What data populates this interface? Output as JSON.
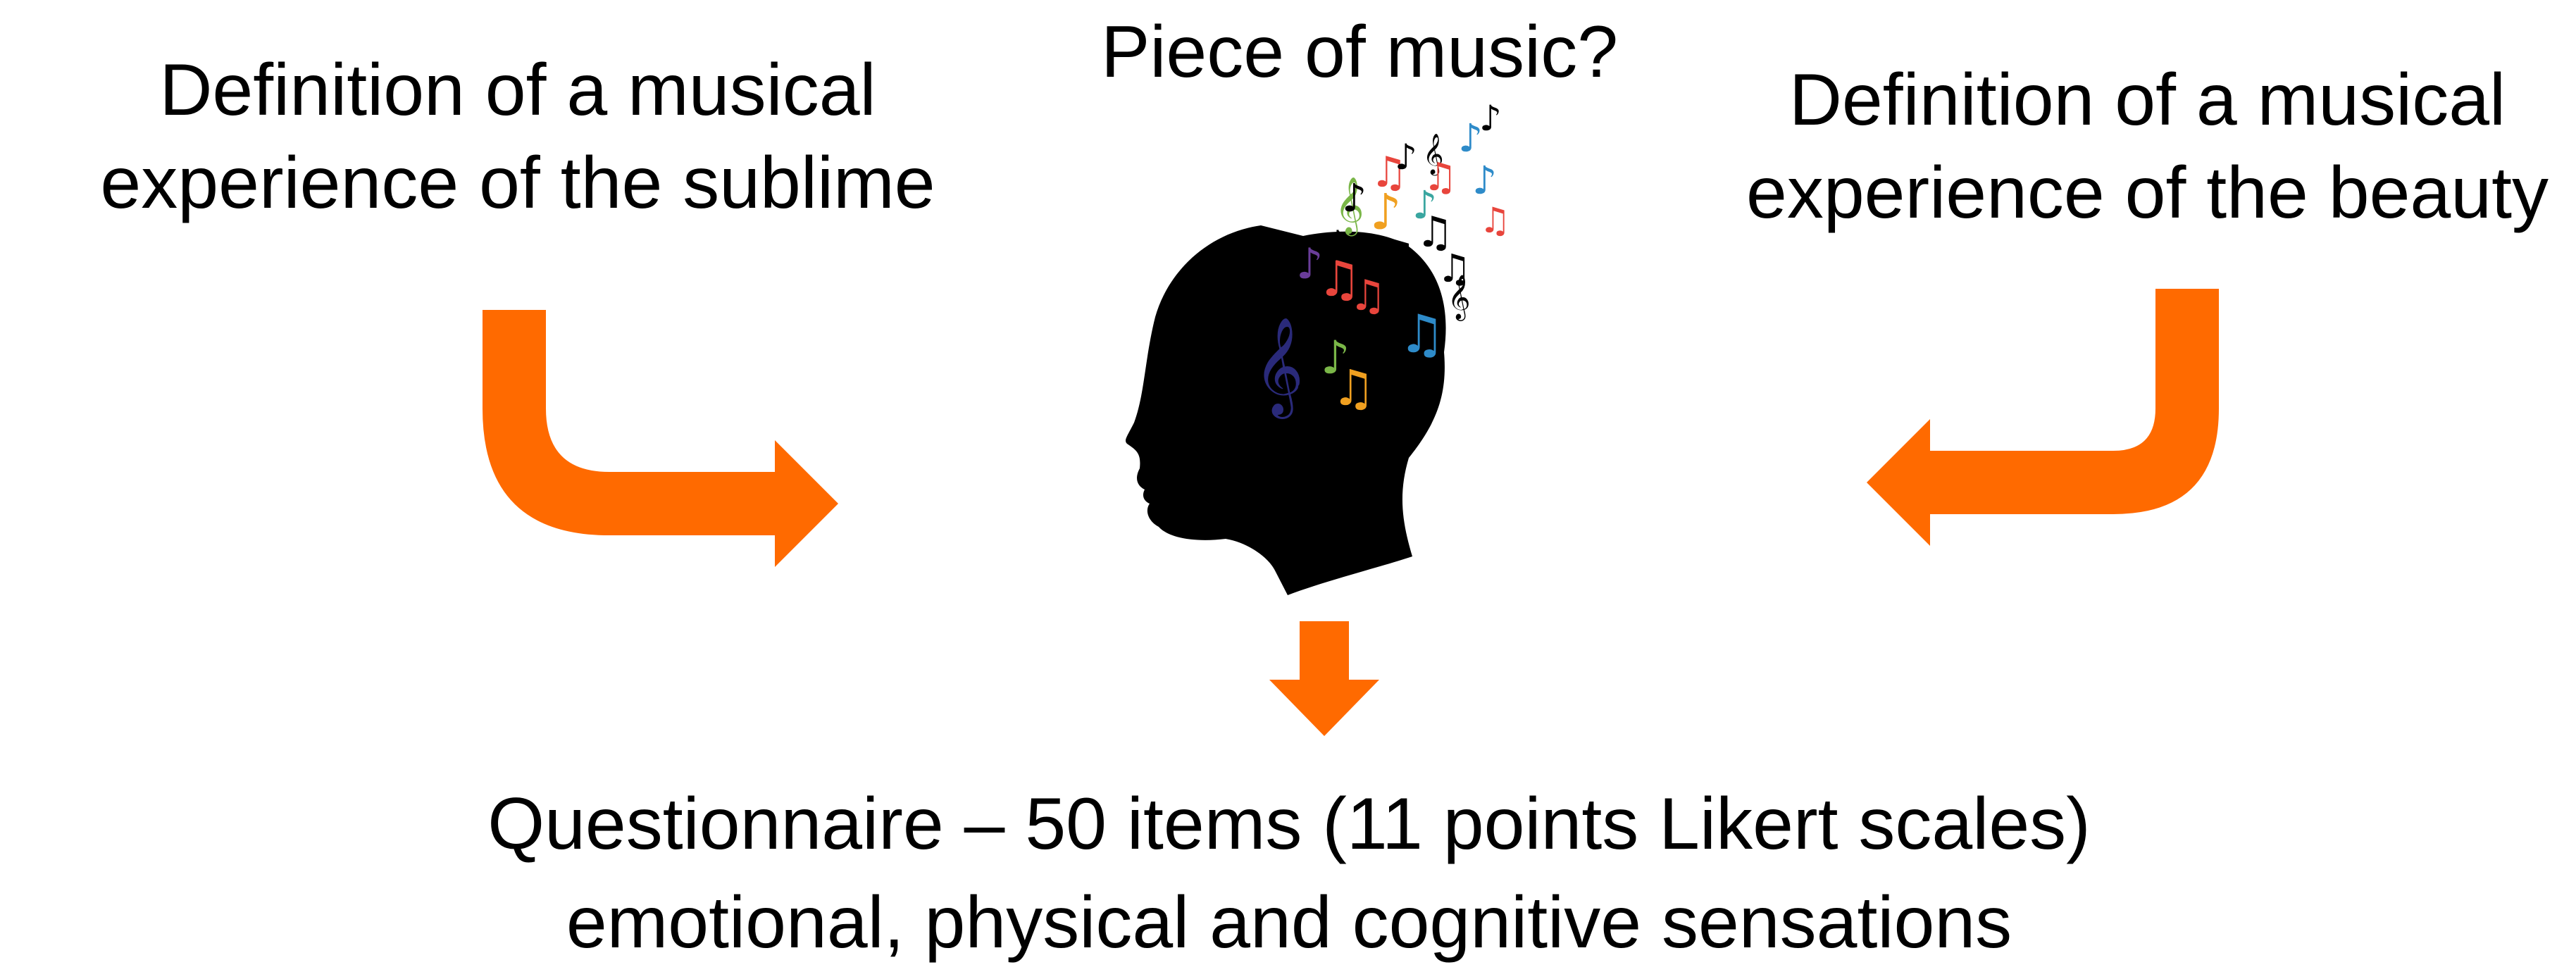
{
  "left_definition": {
    "line1": "Definition of a musical",
    "line2": "experience of the sublime"
  },
  "right_definition": {
    "line1": "Definition of a musical",
    "line2": "experience of the beauty"
  },
  "center_question": "Piece of music?",
  "bottom_text": {
    "line1": "Questionnaire – 50 items (11 points Likert scales)",
    "line2": "emotional, physical and cognitive sensations"
  },
  "colors": {
    "arrow": "#ff6a00",
    "head": "#000000",
    "text": "#000000",
    "background": "#ffffff",
    "note_palette": [
      "#e8453c",
      "#f0a020",
      "#7ab648",
      "#2e8bc9",
      "#6a3d9a",
      "#000000",
      "#3aa6a0"
    ]
  },
  "icons": {
    "head": "human-head-silhouette-icon",
    "notes": "music-notes-icon"
  }
}
